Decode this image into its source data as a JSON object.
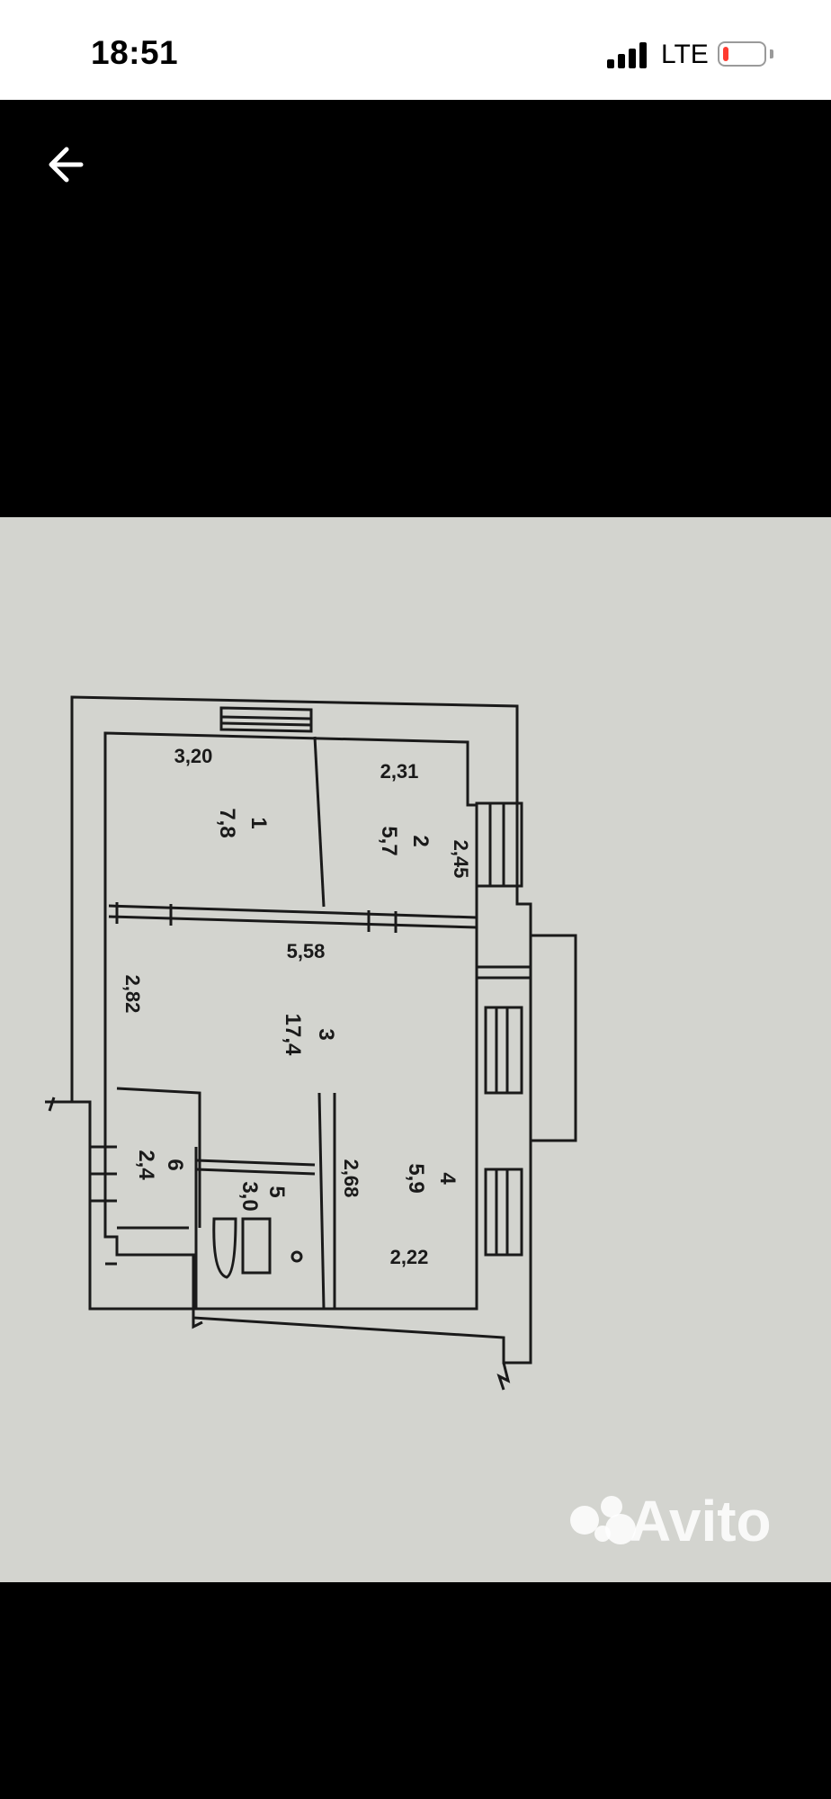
{
  "status_bar": {
    "time": "18:51",
    "network": "LTE",
    "signal": "signal-icon",
    "battery": "battery-low-icon"
  },
  "viewer": {
    "back_icon": "back-arrow-icon"
  },
  "floor_plan": {
    "rooms": [
      {
        "number": "1",
        "area": "7,8"
      },
      {
        "number": "2",
        "area": "5,7"
      },
      {
        "number": "3",
        "area": "17,4"
      },
      {
        "number": "4",
        "area": "5,9"
      },
      {
        "number": "5",
        "area": "3,0"
      },
      {
        "number": "6",
        "area": "2,4"
      }
    ],
    "dimensions": [
      "3,20",
      "2,31",
      "2,45",
      "5,58",
      "2,82",
      "2,68",
      "2,22"
    ]
  },
  "watermark": {
    "text": "Avito"
  }
}
